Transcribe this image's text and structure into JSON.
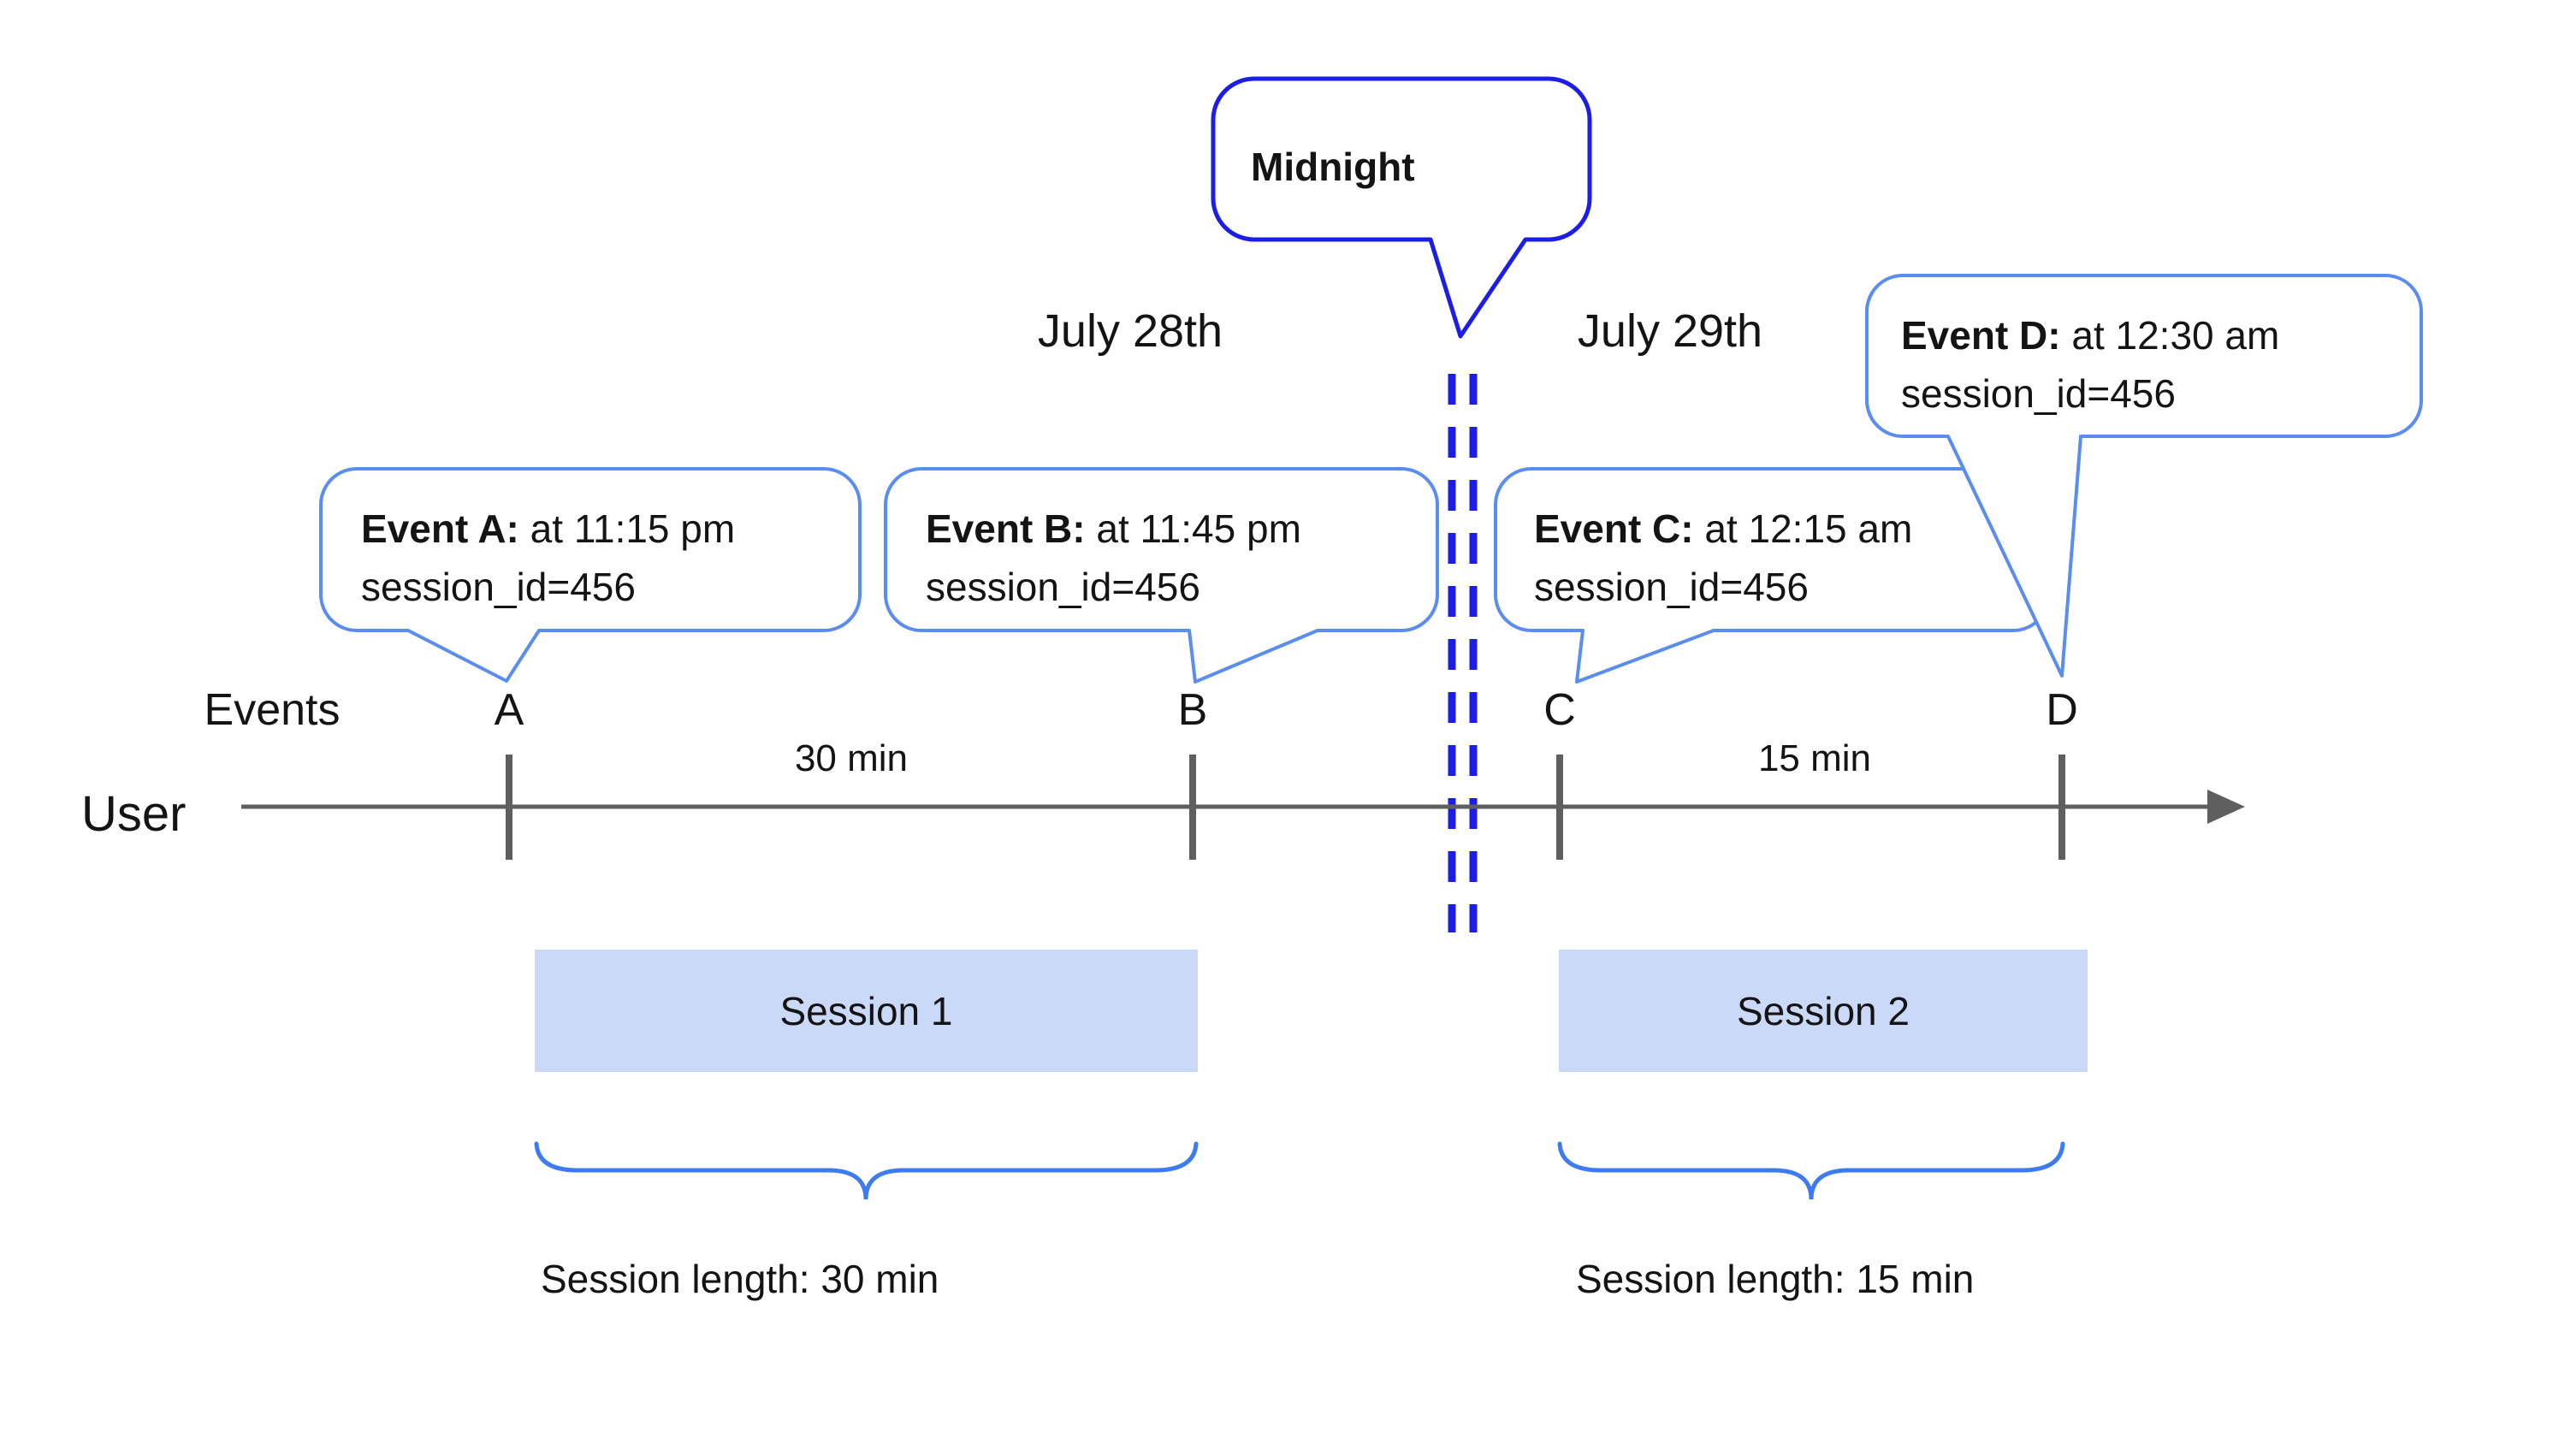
{
  "header": {
    "midnight_label": "Midnight",
    "day_left": "July 28th",
    "day_right": "July 29th"
  },
  "axis": {
    "events_label": "Events",
    "user_label": "User",
    "tick_letters": [
      "A",
      "B",
      "C",
      "D"
    ],
    "interval_left": "30 min",
    "interval_right": "15 min"
  },
  "event_bubbles": [
    {
      "bold": "Event A:",
      "rest": " at 11:15 pm",
      "line2": "session_id=456"
    },
    {
      "bold": "Event B:",
      "rest": " at 11:45 pm",
      "line2": "session_id=456"
    },
    {
      "bold": "Event C:",
      "rest": " at 12:15 am",
      "line2": "session_id=456"
    },
    {
      "bold": "Event D:",
      "rest": " at 12:30 am",
      "line2": "session_id=456"
    }
  ],
  "sessions": [
    {
      "label": "Session 1",
      "length_label": "Session length: 30 min"
    },
    {
      "label": "Session 2",
      "length_label": "Session length: 15 min"
    }
  ],
  "colors": {
    "accent-blue": "#1d1de8",
    "bubble-blue": "#5b8df0",
    "brace-blue": "#3d7bf4",
    "session-fill": "#c9d9f7",
    "line-gray": "#5f5f5f",
    "text": "#141414"
  }
}
